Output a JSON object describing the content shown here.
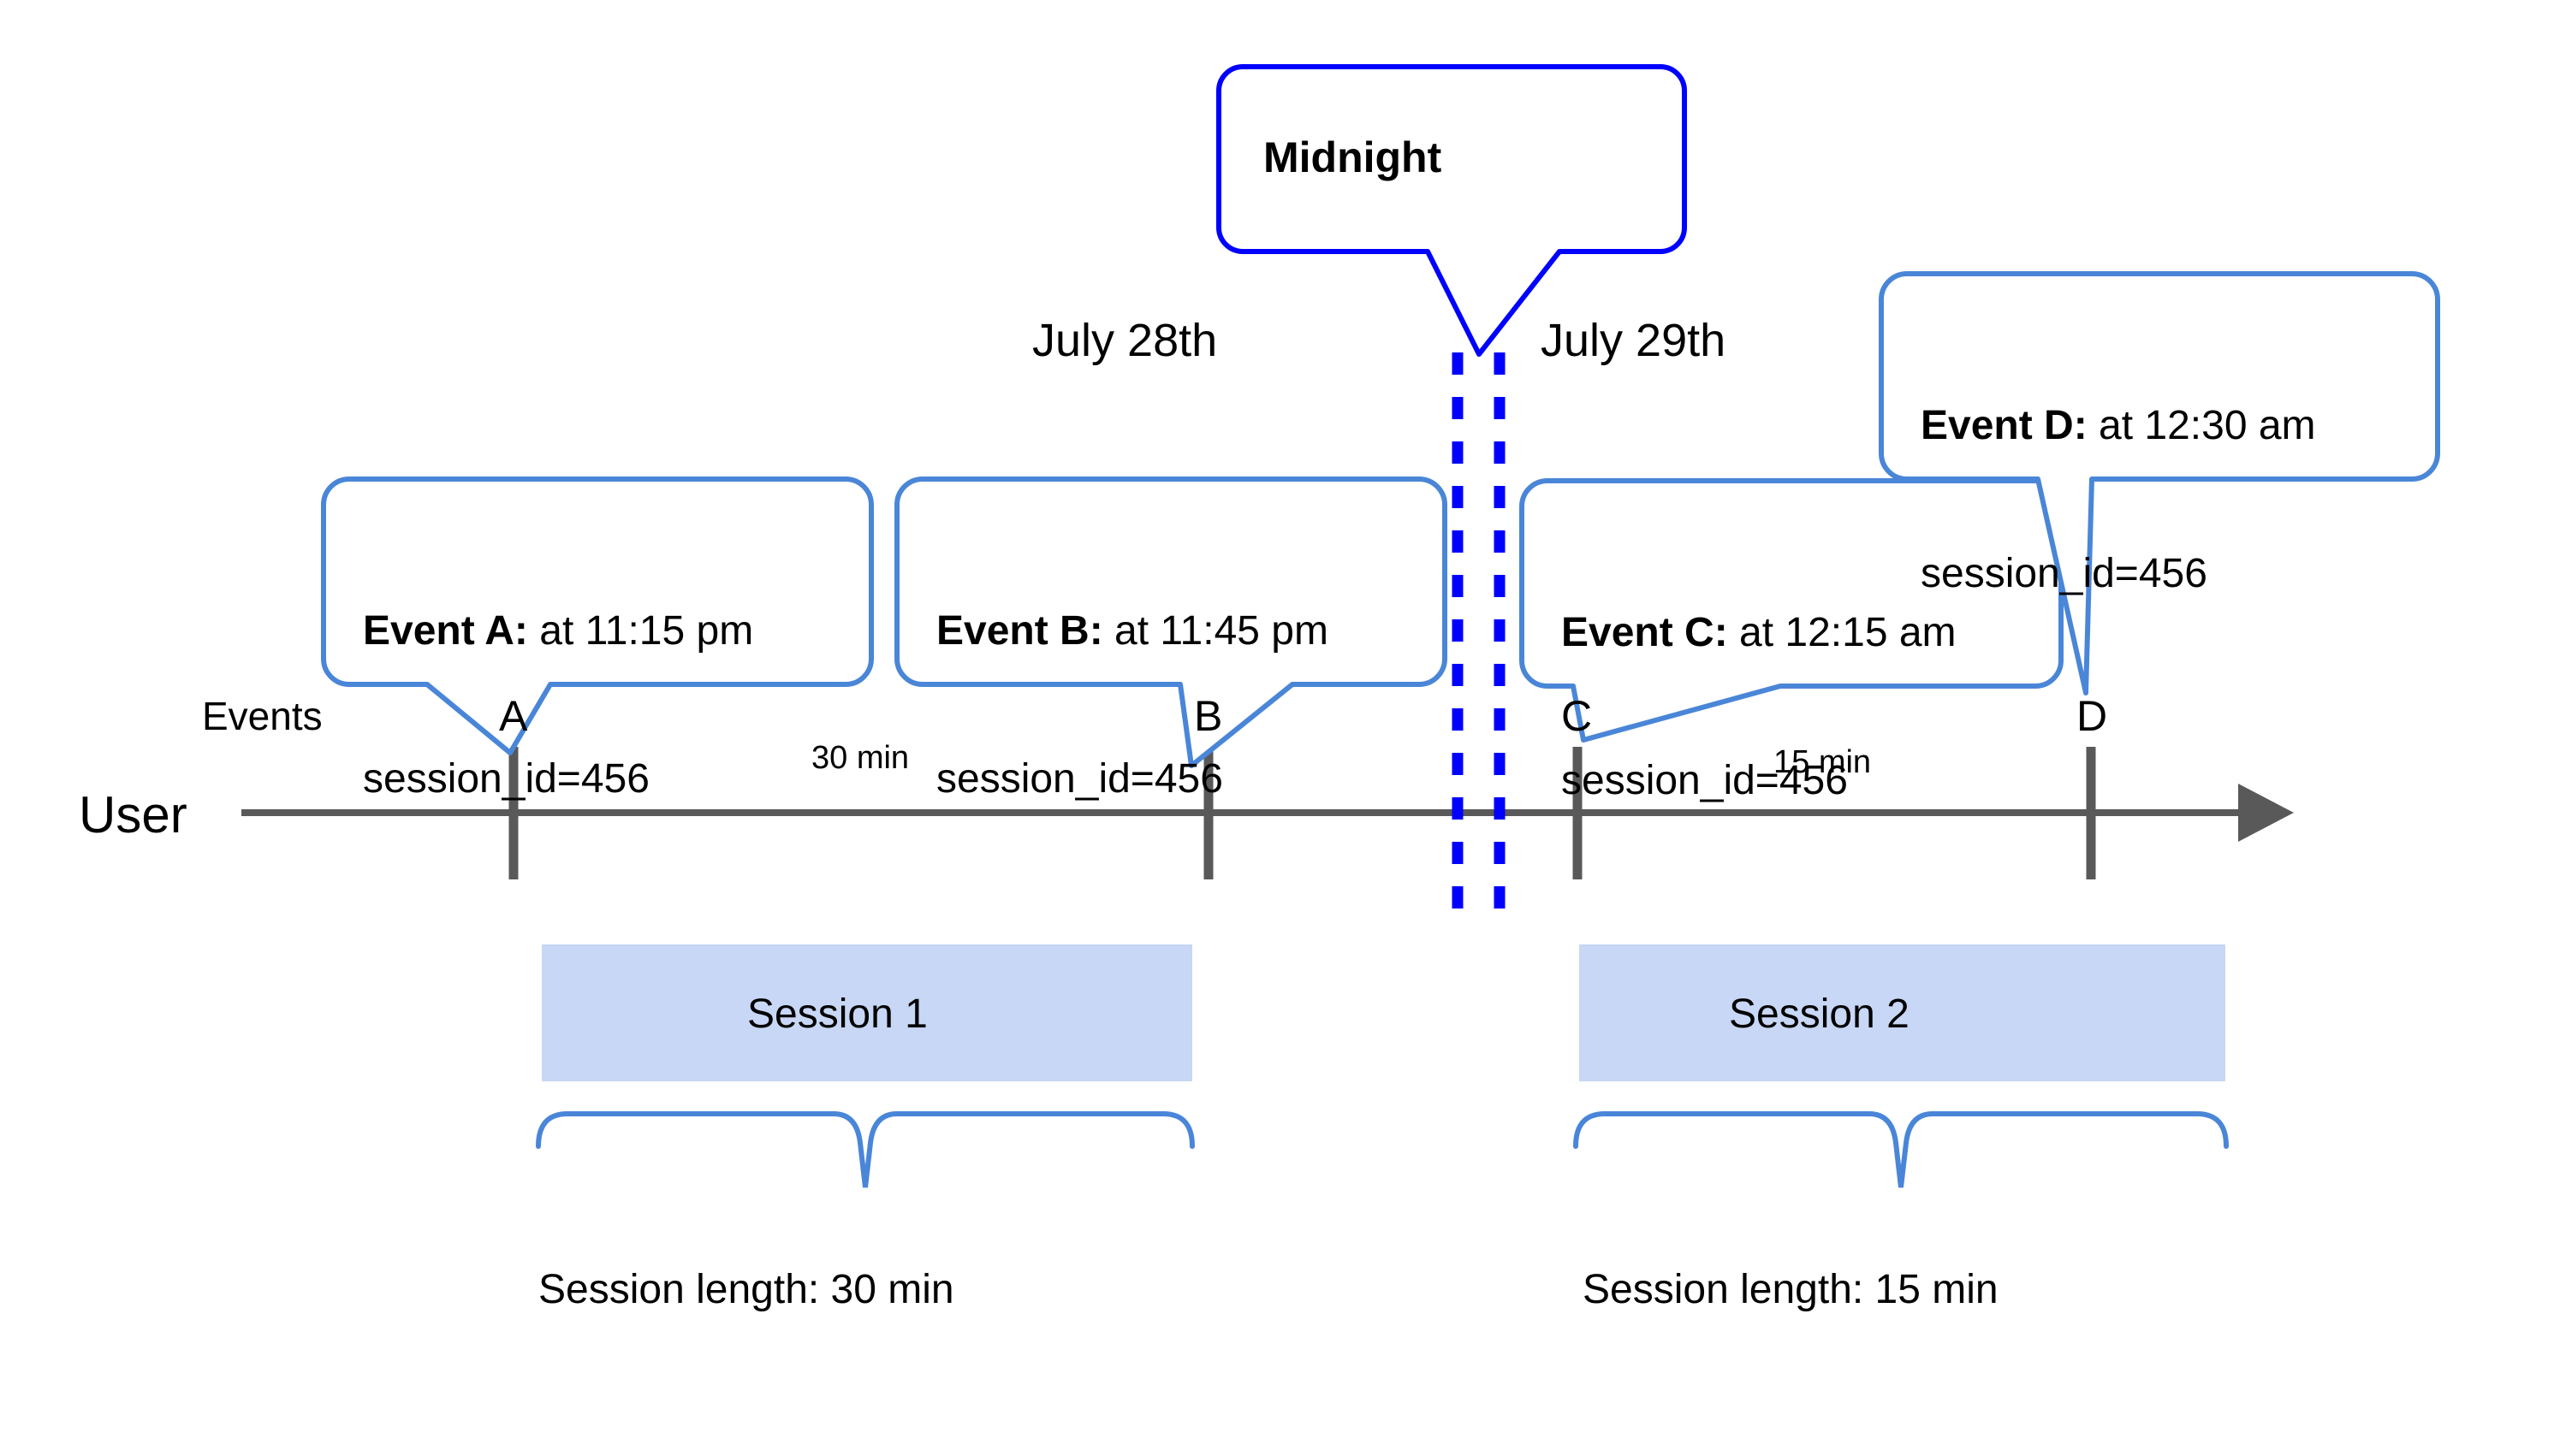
{
  "diagram": {
    "title_callout": {
      "label": "Midnight"
    },
    "lane_labels": {
      "user": "User",
      "events": "Events"
    },
    "date_labels": [
      {
        "id": "day-1",
        "text": "July 28th"
      },
      {
        "id": "day-2",
        "text": "July 29th"
      }
    ],
    "midnight_divider": {
      "color": "#0000FF",
      "style": "double-dashed-vertical"
    },
    "axis": {
      "color": "#595959",
      "arrow": "right"
    },
    "events": [
      {
        "id": "A",
        "marker": "A",
        "lead": "Event A:",
        "detail": " at 11:15 pm",
        "session_id_line": "session_id=456"
      },
      {
        "id": "B",
        "marker": "B",
        "lead": "Event B:",
        "detail": " at 11:45 pm",
        "session_id_line": "session_id=456"
      },
      {
        "id": "C",
        "marker": "C",
        "lead": "Event C:",
        "detail": " at 12:15 am",
        "session_id_line": "session_id=456"
      },
      {
        "id": "D",
        "marker": "D",
        "lead": "Event D:",
        "detail": " at 12:30 am",
        "session_id_line": "session_id=456"
      }
    ],
    "durations": [
      {
        "id": "gap-ab",
        "text": "30 min"
      },
      {
        "id": "gap-cd",
        "text": "15 min"
      }
    ],
    "sessions": [
      {
        "id": "session-1",
        "label": "Session 1",
        "length_label": "Session length: 30 min"
      },
      {
        "id": "session-2",
        "label": "Session 2",
        "length_label": "Session length: 15 min"
      }
    ],
    "colors": {
      "callout_border": "#4A86D8",
      "midnight_border": "#0000FF",
      "session_fill": "#C7D7F5",
      "axis": "#595959",
      "brace": "#4A86D8"
    }
  }
}
